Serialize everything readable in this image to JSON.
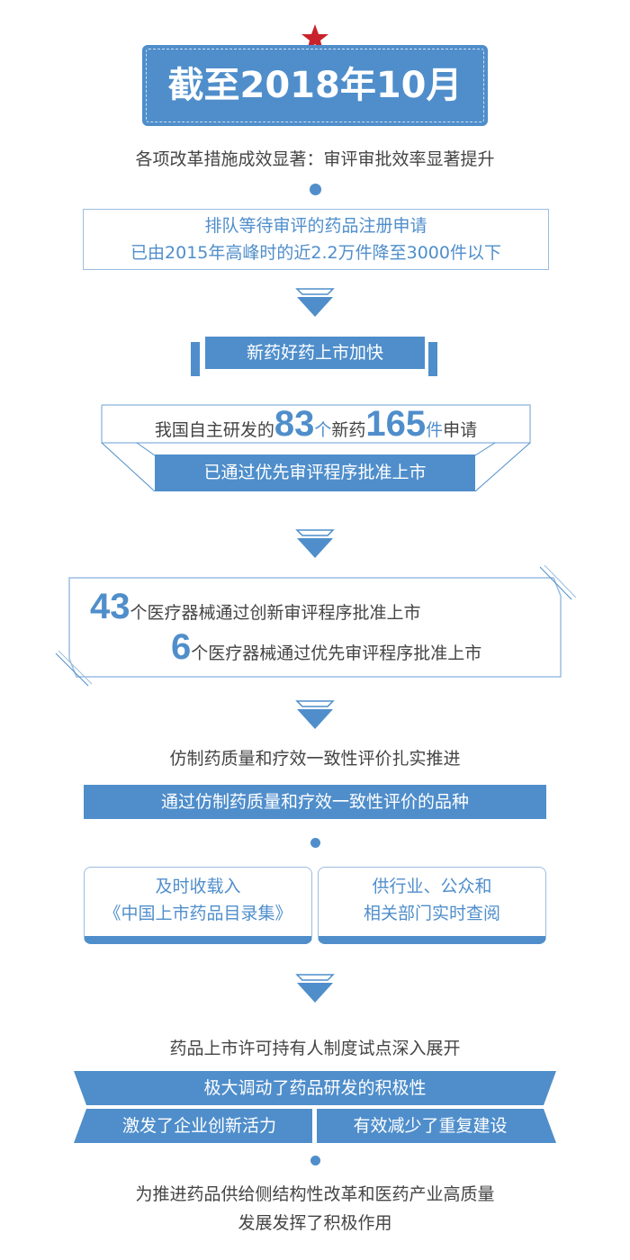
{
  "header": {
    "title": "截至2018年10月",
    "subtitle": "各项改革措施成效显著：审评审批效率显著提升"
  },
  "queue": {
    "line1": "排队等待审评的药品注册申请",
    "line2": "已由2015年高峰时的近2.2万件降至3000件以下"
  },
  "new_drugs": {
    "banner": "新药好药上市加快",
    "pre": "我国自主研发的",
    "num1": "83",
    "unit1": "个",
    "mid": "新药",
    "num2": "165",
    "unit2": "件",
    "post": "申请",
    "bar": "已通过优先审评程序批准上市"
  },
  "devices": {
    "num1": "43",
    "text1": "个医疗器械通过创新审评程序批准上市",
    "num2": "6",
    "text2": "个医疗器械通过优先审评程序批准上市"
  },
  "generic": {
    "title": "仿制药质量和疗效一致性评价扎实推进",
    "bar": "通过仿制药质量和疗效一致性评价的品种",
    "box1_line1": "及时收载入",
    "box1_line2": "《中国上市药品目录集》",
    "box2_line1": "供行业、公众和",
    "box2_line2": "相关部门实时查阅"
  },
  "mah": {
    "title": "药品上市许可持有人制度试点深入展开",
    "ribbon_top": "极大调动了药品研发的积极性",
    "ribbon_left": "激发了企业创新活力",
    "ribbon_right": "有效减少了重复建设",
    "conclusion1": "为推进药品供给侧结构性改革和医药产业高质量",
    "conclusion2": "发展发挥了积极作用"
  },
  "colors": {
    "accent": "#4f8ecb",
    "star": "#c8232c",
    "text": "#444444"
  }
}
